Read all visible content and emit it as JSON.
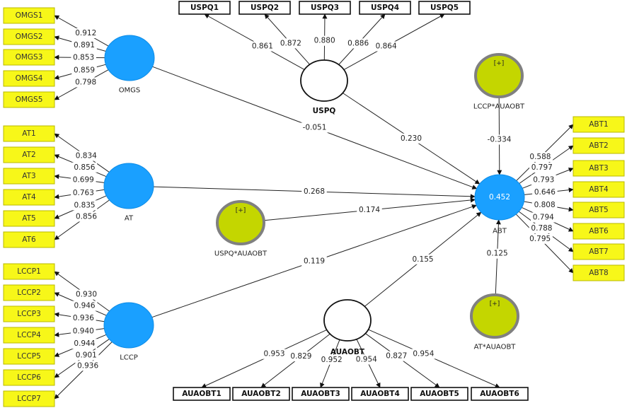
{
  "constructs": {
    "omgs": {
      "name": "OMGS"
    },
    "at": {
      "name": "AT"
    },
    "lccp": {
      "name": "LCCP"
    },
    "uspq": {
      "name": "USPQ"
    },
    "auaobt": {
      "name": "AUAOBT"
    },
    "abt": {
      "name": "ABT",
      "r2": "0.452"
    },
    "lccp_mod": {
      "name": "LCCP*AUAOBT",
      "marker": "[+]"
    },
    "uspq_mod": {
      "name": "USPQ*AUAOBT",
      "marker": "[+]"
    },
    "at_mod": {
      "name": "AT*AUAOBT",
      "marker": "[+]"
    }
  },
  "indicators": {
    "omgs": [
      {
        "label": "OMGS1",
        "loading": "0.912"
      },
      {
        "label": "OMGS2",
        "loading": "0.891"
      },
      {
        "label": "OMGS3",
        "loading": "0.853"
      },
      {
        "label": "OMGS4",
        "loading": "0.859"
      },
      {
        "label": "OMGS5",
        "loading": "0.798"
      }
    ],
    "at": [
      {
        "label": "AT1",
        "loading": "0.834"
      },
      {
        "label": "AT2",
        "loading": "0.856"
      },
      {
        "label": "AT3",
        "loading": "0.699"
      },
      {
        "label": "AT4",
        "loading": "0.763"
      },
      {
        "label": "AT5",
        "loading": "0.835"
      },
      {
        "label": "AT6",
        "loading": "0.856"
      }
    ],
    "lccp": [
      {
        "label": "LCCP1",
        "loading": "0.930"
      },
      {
        "label": "LCCP2",
        "loading": "0.946"
      },
      {
        "label": "LCCP3",
        "loading": "0.936"
      },
      {
        "label": "LCCP4",
        "loading": "0.940"
      },
      {
        "label": "LCCP5",
        "loading": "0.944"
      },
      {
        "label": "LCCP6",
        "loading": "0.901"
      },
      {
        "label": "LCCP7",
        "loading": "0.936"
      }
    ],
    "uspq": [
      {
        "label": "USPQ1",
        "loading": "0.861"
      },
      {
        "label": "USPQ2",
        "loading": "0.872"
      },
      {
        "label": "USPQ3",
        "loading": "0.880"
      },
      {
        "label": "USPQ4",
        "loading": "0.886"
      },
      {
        "label": "USPQ5",
        "loading": "0.864"
      }
    ],
    "abt": [
      {
        "label": "ABT1",
        "loading": "0.588"
      },
      {
        "label": "ABT2",
        "loading": "0.797"
      },
      {
        "label": "ABT3",
        "loading": "0.793"
      },
      {
        "label": "ABT4",
        "loading": "0.646"
      },
      {
        "label": "ABT5",
        "loading": "0.808"
      },
      {
        "label": "ABT6",
        "loading": "0.794"
      },
      {
        "label": "ABT7",
        "loading": "0.788"
      },
      {
        "label": "ABT8",
        "loading": "0.795"
      }
    ],
    "auaobt": [
      {
        "label": "AUAOBT1",
        "loading": "0.953"
      },
      {
        "label": "AUAOBT2",
        "loading": "0.829"
      },
      {
        "label": "AUAOBT3",
        "loading": "0.952"
      },
      {
        "label": "AUAOBT4",
        "loading": "0.954"
      },
      {
        "label": "AUAOBT5",
        "loading": "0.827"
      },
      {
        "label": "AUAOBT6",
        "loading": "0.954"
      }
    ]
  },
  "paths": {
    "omgs_abt": "-0.051",
    "uspq_abt": "0.230",
    "lccpmod_abt": "-0.334",
    "at_abt": "0.268",
    "uspqmod_abt": "0.174",
    "lccp_abt": "0.119",
    "auaobt_abt": "0.155",
    "atmod_abt": "0.125"
  }
}
